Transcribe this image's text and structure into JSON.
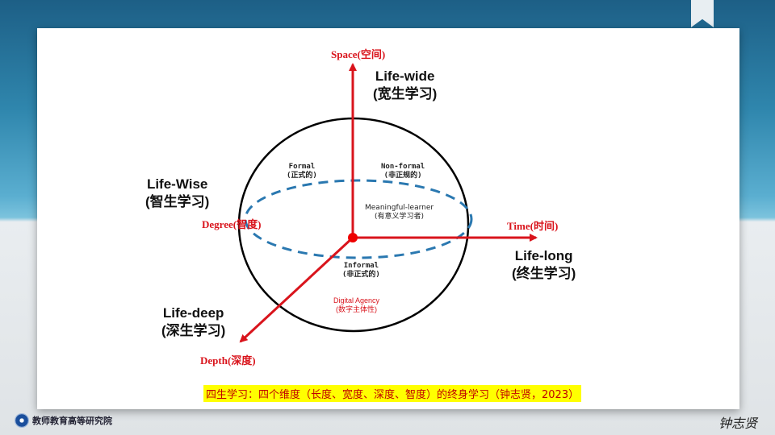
{
  "colors": {
    "axis": "#d9141c",
    "ellipse": "#2a78b0",
    "caption_bg": "#ffff00"
  },
  "axes": {
    "space": "Space(空间)",
    "time": "Time(时间)",
    "degree": "Degree(智度)",
    "depth": "Depth(深度)"
  },
  "dimensions": {
    "wide": {
      "en": "Life-wide",
      "zh": "(宽生学习)"
    },
    "wise": {
      "en": "Life-Wise",
      "zh": "(智生学习)"
    },
    "long": {
      "en": "Life-long",
      "zh": "(终生学习)"
    },
    "deep": {
      "en": "Life-deep",
      "zh": "(深生学习)"
    }
  },
  "regions": {
    "formal": {
      "en": "Formal",
      "zh": "(正式的)"
    },
    "nonformal": {
      "en": "Non-formal",
      "zh": "(非正规的)"
    },
    "meaningful": {
      "en": "Meaningful-learner",
      "zh": "(有意义学习者)"
    },
    "informal": {
      "en": "Informal",
      "zh": "(非正式的)"
    },
    "digital": {
      "en": "Digital Agency",
      "zh": "(数字主体性)"
    }
  },
  "caption": "四生学习：四个维度（长度、宽度、深度、智度）的终身学习（钟志贤，2023）",
  "footer": {
    "institute": "教师教育高等研究院",
    "signature": "钟志贤"
  }
}
